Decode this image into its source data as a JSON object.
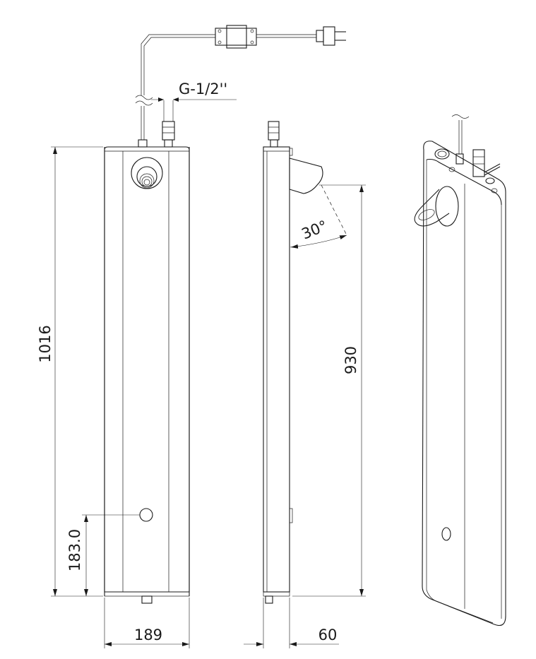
{
  "dimensions": {
    "thread": "G-1/2''",
    "height_total": "1016",
    "height_button": "183.0",
    "width_front": "189",
    "depth_side": "60",
    "height_outlet": "930",
    "angle": "30°"
  }
}
